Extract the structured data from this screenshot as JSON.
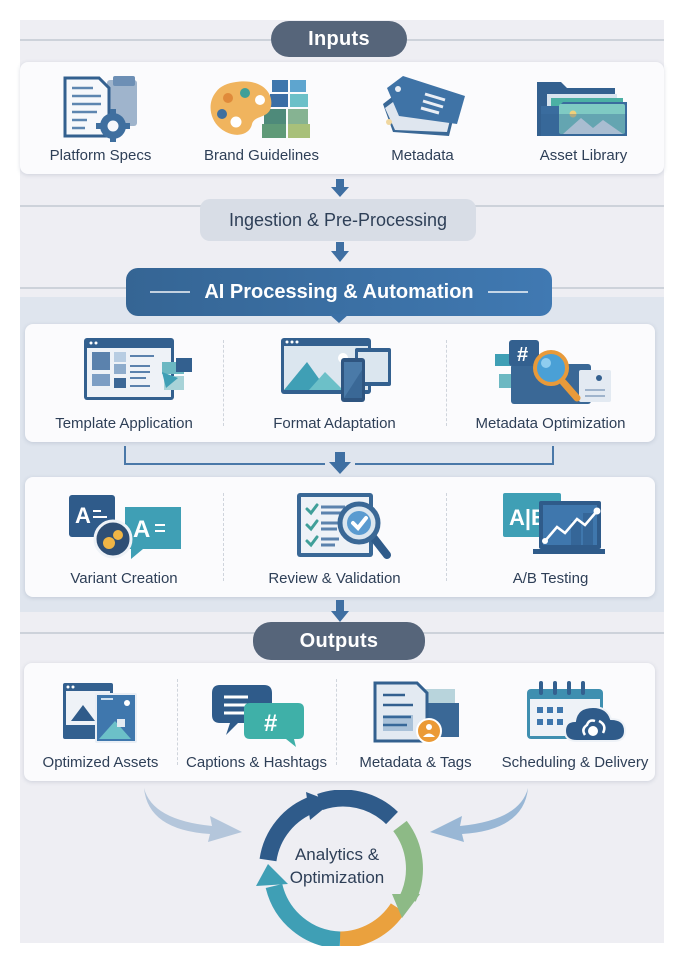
{
  "inputs": {
    "title": "Inputs",
    "items": [
      {
        "label": "Platform Specs",
        "icon": "document-gear-icon"
      },
      {
        "label": "Brand Guidelines",
        "icon": "palette-swatches-icon"
      },
      {
        "label": "Metadata",
        "icon": "tag-icon"
      },
      {
        "label": "Asset Library",
        "icon": "folder-image-icon"
      }
    ]
  },
  "ingestion": {
    "label": "Ingestion & Pre-Processing"
  },
  "ai_processing": {
    "title": "AI Processing & Automation",
    "row1": [
      {
        "label": "Template Application",
        "icon": "template-window-icon"
      },
      {
        "label": "Format Adaptation",
        "icon": "responsive-devices-icon"
      },
      {
        "label": "Metadata Optimization",
        "icon": "hashtag-magnifier-icon"
      }
    ],
    "row2": [
      {
        "label": "Variant Creation",
        "icon": "text-variants-icon"
      },
      {
        "label": "Review & Validation",
        "icon": "checklist-magnifier-icon"
      },
      {
        "label": "A/B Testing",
        "icon": "ab-chart-icon",
        "glyph": "A|B"
      }
    ]
  },
  "outputs": {
    "title": "Outputs",
    "items": [
      {
        "label": "Optimized Assets",
        "icon": "image-assets-icon"
      },
      {
        "label": "Captions & Hashtags",
        "icon": "chat-hashtag-icon",
        "glyph": "#"
      },
      {
        "label": "Metadata & Tags",
        "icon": "document-user-icon"
      },
      {
        "label": "Scheduling & Delivery",
        "icon": "calendar-cloud-icon"
      }
    ]
  },
  "feedback_loop": {
    "line1": "Analytics &",
    "line2": "Optimization"
  },
  "colors": {
    "navy": "#2f5b8a",
    "blue": "#3f77ad",
    "teal": "#3f9fb5",
    "green": "#8dba86",
    "orange": "#eaa13e",
    "pill": "#56657a"
  }
}
